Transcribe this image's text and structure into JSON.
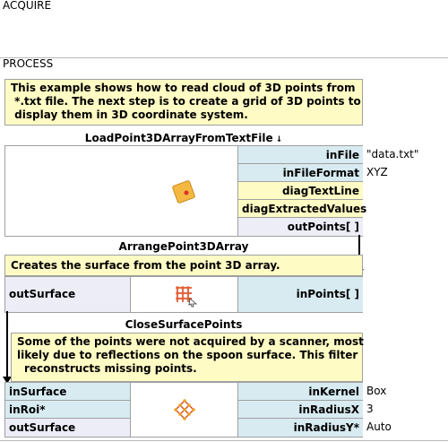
{
  "sections": {
    "acquire": "ACQUIRE",
    "process": "PROCESS"
  },
  "comments": {
    "intro": [
      "This example shows how to read cloud of 3D points from",
      " *.txt file. The next step is to create a grid of 3D points to",
      " display them in 3D coordinate system."
    ],
    "arrange": "Creates the surface from the point 3D array.",
    "close": [
      "Some of the points were not acquired by a scanner, most",
      "likely due to reflections on the spoon surface. This filter",
      "reconstructs missing points."
    ]
  },
  "filters": {
    "load": {
      "title": "LoadPoint3DArrayFromTextFile",
      "title_marker": "↓",
      "icon": "file-points-icon",
      "ports": [
        {
          "name": "inFile",
          "value": "\"data.txt\"",
          "kind": "input"
        },
        {
          "name": "inFileFormat",
          "value": "XYZ",
          "kind": "input"
        },
        {
          "name": "diagTextLine",
          "value": "",
          "kind": "diagnostic"
        },
        {
          "name": "diagExtractedValues",
          "value": "",
          "kind": "diagnostic"
        },
        {
          "name": "outPoints[ ]",
          "value": "",
          "kind": "output"
        }
      ]
    },
    "arrange": {
      "title": "ArrangePoint3DArray",
      "icon": "grid-surface-icon",
      "left_ports": [
        {
          "name": "outSurface",
          "kind": "output"
        }
      ],
      "right_ports": [
        {
          "name": "inPoints[ ]",
          "value": "",
          "kind": "input"
        }
      ]
    },
    "close": {
      "title": "CloseSurfacePoints",
      "icon": "surface-mesh-icon",
      "left_ports": [
        {
          "name": "inSurface",
          "kind": "input"
        },
        {
          "name": "inRoi*",
          "kind": "input"
        },
        {
          "name": "outSurface",
          "kind": "output"
        }
      ],
      "right_ports": [
        {
          "name": "inKernel",
          "value": "Box",
          "kind": "input"
        },
        {
          "name": "inRadiusX",
          "value": "3",
          "kind": "input"
        },
        {
          "name": "inRadiusY*",
          "value": "Auto",
          "kind": "input"
        }
      ]
    }
  },
  "colors": {
    "comment_bg": "#fffbc4",
    "input_port_bg": "#d7ebf1",
    "output_port_bg": "#ecedf7",
    "border": "#a0a0a0"
  }
}
